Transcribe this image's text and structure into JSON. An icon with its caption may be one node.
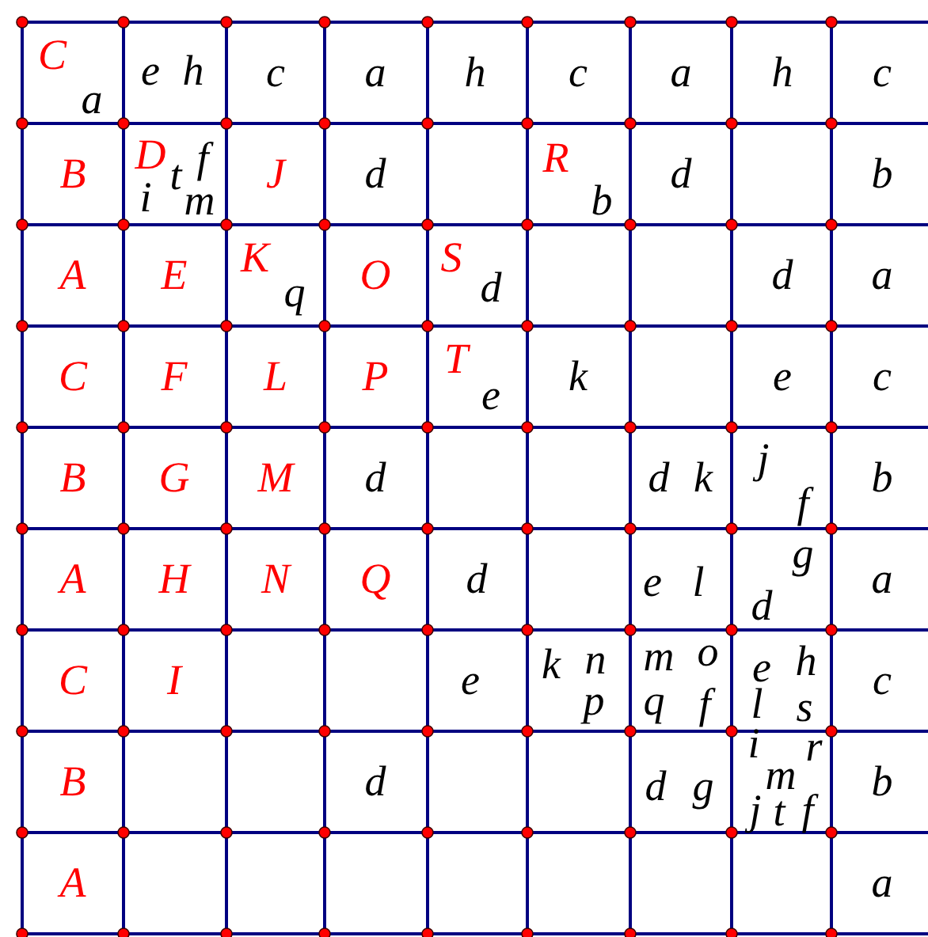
{
  "diagram": {
    "labels": [
      "C",
      "a",
      "e",
      "h",
      "c",
      "a",
      "h",
      "c",
      "a",
      "h",
      "c",
      "B",
      "D",
      "t",
      "f",
      "i",
      "m",
      "J",
      "d",
      "R",
      "b",
      "d",
      "b",
      "A",
      "E",
      "K",
      "q",
      "O",
      "S",
      "d",
      "d",
      "a",
      "C",
      "F",
      "L",
      "P",
      "T",
      "e",
      "k",
      "e",
      "c",
      "B",
      "G",
      "M",
      "d",
      "d",
      "k",
      "j",
      "f",
      "b",
      "A",
      "H",
      "N",
      "Q",
      "d",
      "e",
      "l",
      "g",
      "d",
      "a",
      "C",
      "I",
      "e",
      "k",
      "n",
      "p",
      "m",
      "o",
      "q",
      "f",
      "e",
      "h",
      "l",
      "s",
      "c",
      "B",
      "d",
      "d",
      "g",
      "i",
      "r",
      "m",
      "j",
      "t",
      "f",
      "b",
      "A",
      "a"
    ]
  }
}
